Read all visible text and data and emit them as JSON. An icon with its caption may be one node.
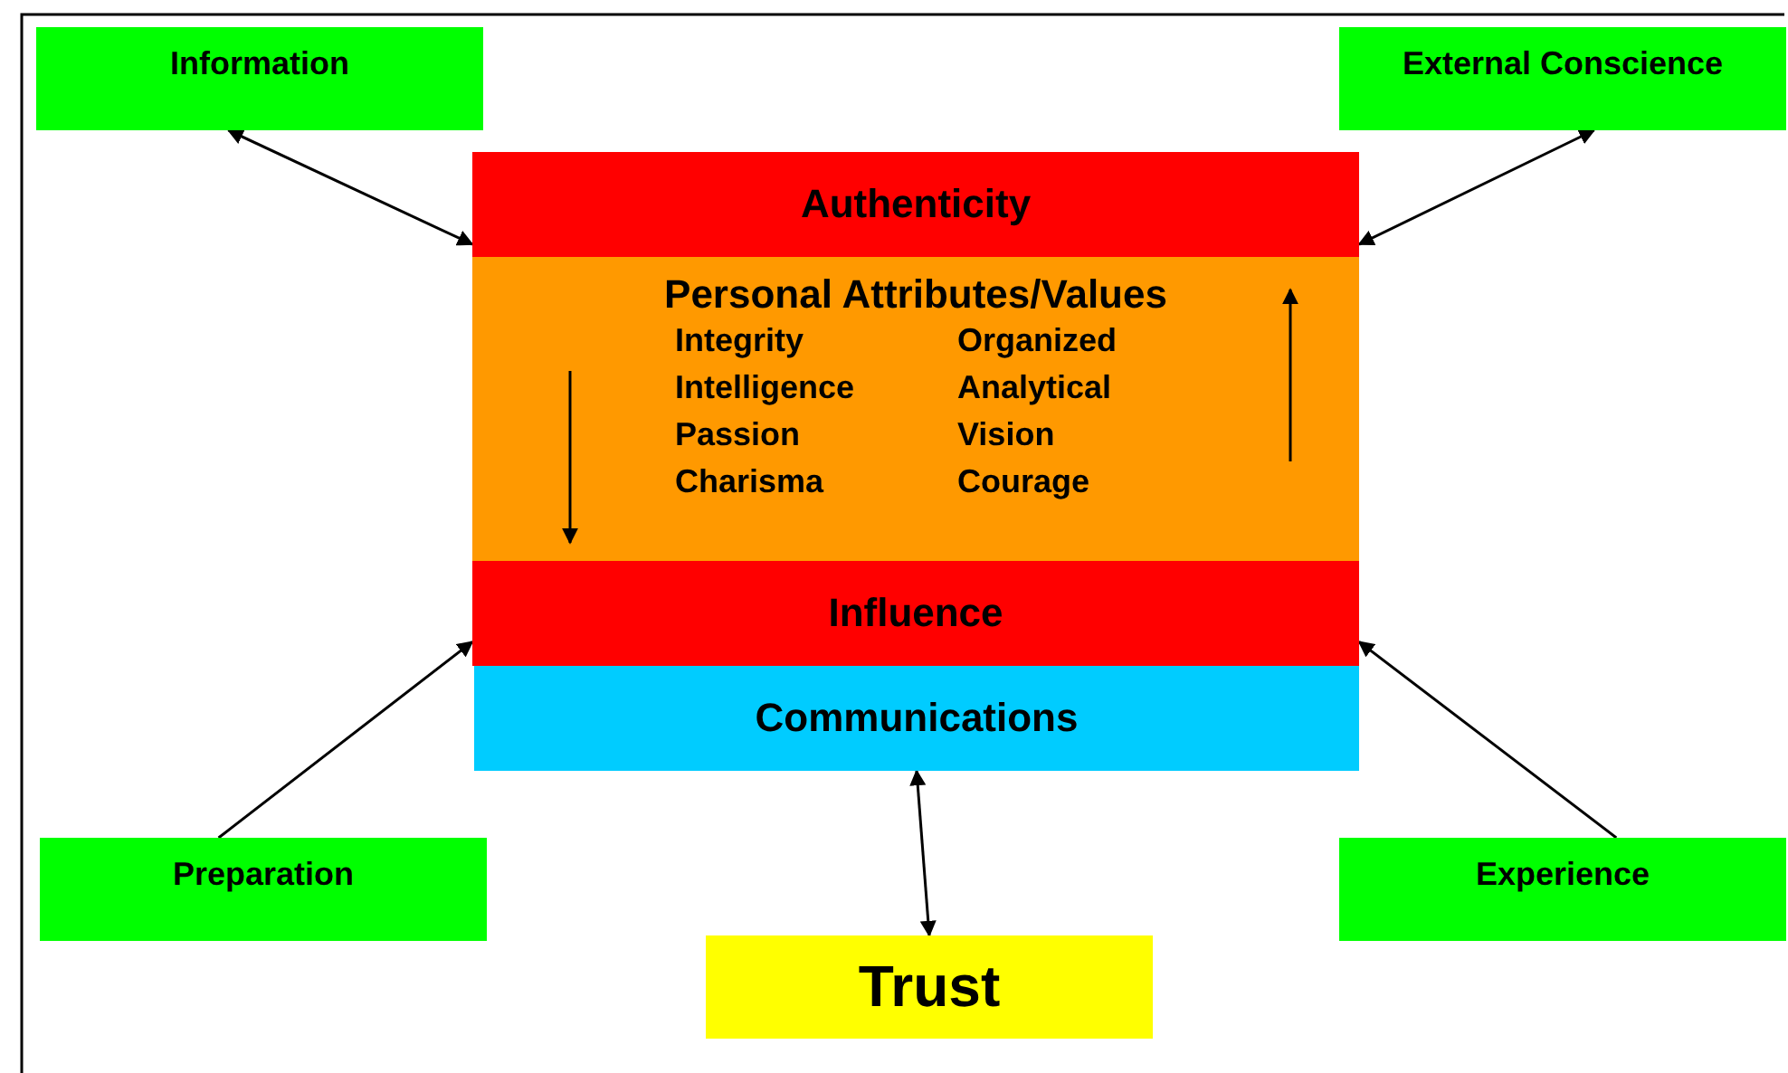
{
  "diagram": {
    "nodes": [
      {
        "text": [
          "Information"
        ]
      },
      {
        "text": [
          "External Conscience"
        ]
      },
      {
        "text": [
          "Authenticity"
        ]
      },
      {
        "text": [
          "Personal Attributes/Values",
          "Integrity",
          "Intelligence",
          "Passion",
          "Charisma",
          "Organized",
          "Analytical",
          "Vision",
          "Courage"
        ]
      },
      {
        "text": [
          "Influence"
        ]
      },
      {
        "text": [
          "Communications"
        ]
      },
      {
        "text": [
          "Preparation"
        ]
      },
      {
        "text": [
          "Experience"
        ]
      },
      {
        "text": [
          "Trust"
        ]
      }
    ],
    "edges": [
      {
        "from": 0,
        "to": 2,
        "arrow": "both"
      },
      {
        "from": 1,
        "to": 2,
        "arrow": "both"
      },
      {
        "from": 6,
        "to": 4,
        "arrow": "to"
      },
      {
        "from": 7,
        "to": 4,
        "arrow": "to"
      },
      {
        "from": 8,
        "to": 5,
        "arrow": "both"
      }
    ]
  }
}
